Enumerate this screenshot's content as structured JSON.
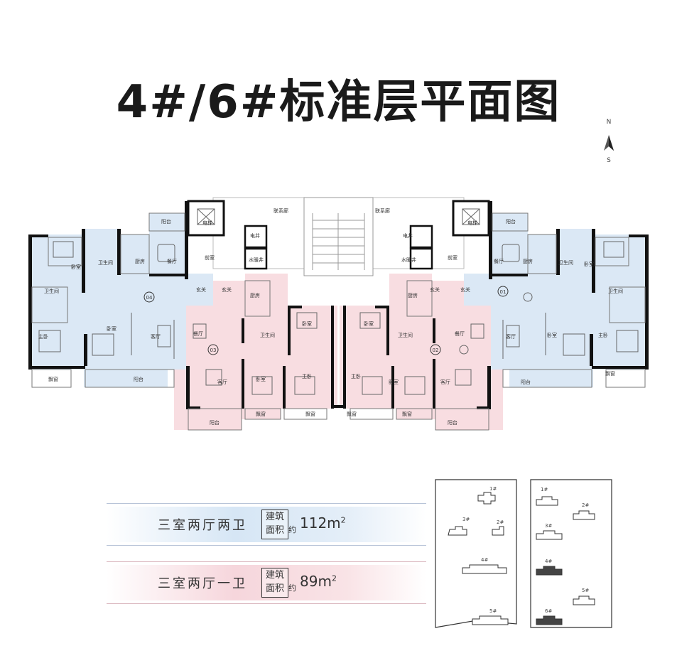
{
  "title": "4#/6#标准层平面图",
  "compass": {
    "north": "N",
    "south": "S"
  },
  "rooms": {
    "corridor": "联系廊",
    "elevator": "电梯",
    "elec_shaft": "电井",
    "water_shaft": "水暖井",
    "lobby": "前室",
    "balcony": "阳台",
    "kitchen": "厨房",
    "dining": "餐厅",
    "bedroom": "卧室",
    "bathroom": "卫生间",
    "master": "主卧",
    "living": "客厅",
    "entry": "玄关",
    "bay": "飘窗"
  },
  "units": {
    "u01": "01",
    "u02": "02",
    "u03": "03",
    "u04": "04"
  },
  "legend": [
    {
      "name": "三室两厅两卫",
      "box_line1": "建筑",
      "box_line2": "面积",
      "approx": "约",
      "area": "112m",
      "unit_sup": "2",
      "color": "#d6e6f5"
    },
    {
      "name": "三室两厅一卫",
      "box_line1": "建筑",
      "box_line2": "面积",
      "approx": "约",
      "area": "89m",
      "unit_sup": "2",
      "color": "#f6d6dc"
    }
  ],
  "site_map_left": {
    "buildings": [
      "1#",
      "3#",
      "2#",
      "4#",
      "5#"
    ]
  },
  "site_map_right": {
    "buildings": [
      "1#",
      "2#",
      "3#",
      "4#",
      "5#",
      "6#"
    ]
  },
  "colors": {
    "blue_unit": "#dbe8f5",
    "pink_unit": "#f8dde1",
    "wall": "#111111"
  }
}
